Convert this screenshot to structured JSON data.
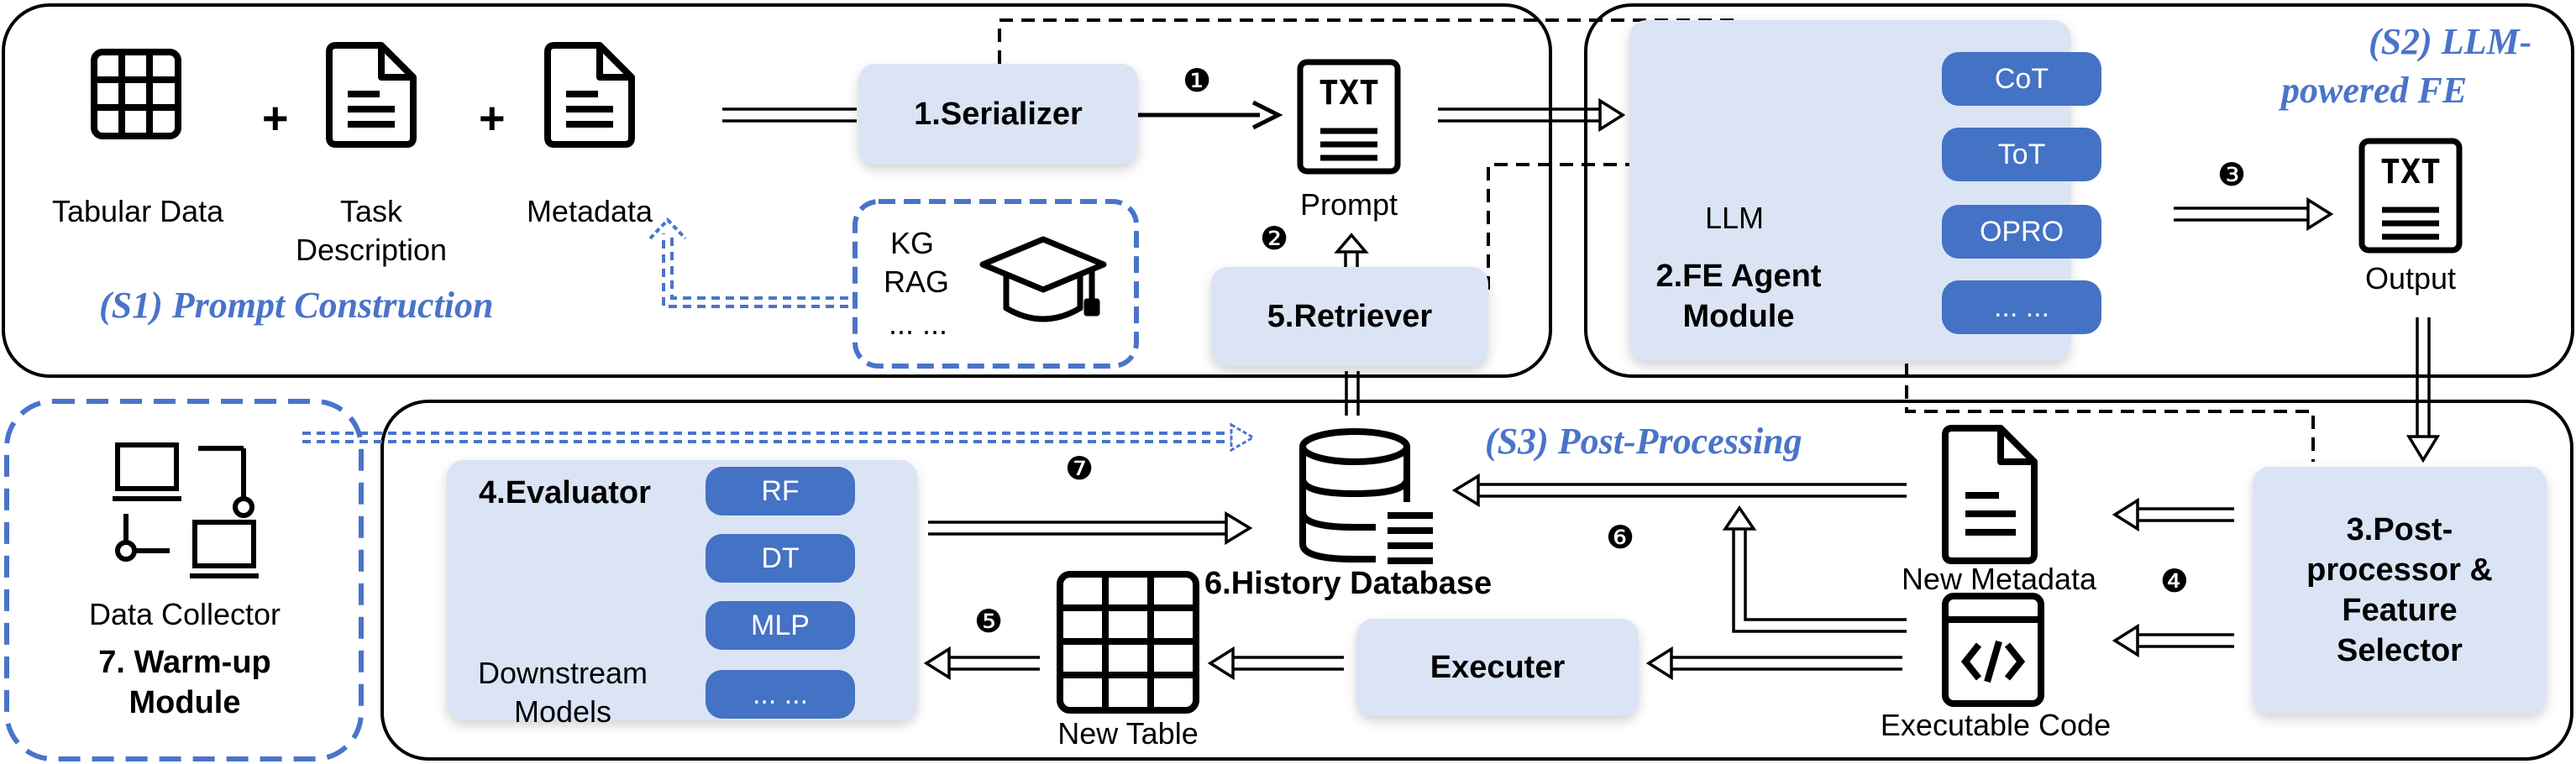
{
  "inputs": {
    "tabular": "Tabular Data",
    "task_l1": "Task",
    "task_l2": "Description",
    "metadata": "Metadata",
    "plus": "+"
  },
  "sections": {
    "s1": "(S1) Prompt Construction",
    "s2_l1": "(S2) LLM-",
    "s2_l2": "powered FE",
    "s3": "(S3) Post-Processing"
  },
  "modules": {
    "serializer": "1.Serializer",
    "fe_agent_l1": "2.FE Agent",
    "fe_agent_l2": "Module",
    "postproc_l1": "3.Post-",
    "postproc_l2": "processor &",
    "postproc_l3": "Feature",
    "postproc_l4": "Selector",
    "evaluator": "4.Evaluator",
    "retriever": "5.Retriever",
    "history": "6.History Database",
    "warmup_l1": "7. Warm-up",
    "warmup_l2": "Module",
    "executer": "Executer"
  },
  "knowledge": {
    "kg": "KG",
    "rag": "RAG",
    "etc": "... ..."
  },
  "docs": {
    "txt": "TXT",
    "prompt": "Prompt",
    "output": "Output",
    "new_metadata": "New Metadata",
    "executable_code": "Executable Code",
    "new_table": "New Table"
  },
  "llm": {
    "label": "LLM",
    "methods": [
      "CoT",
      "ToT",
      "OPRO",
      "... ..."
    ]
  },
  "evaluator_models": [
    "RF",
    "DT",
    "MLP",
    "... ..."
  ],
  "downstream_l1": "Downstream",
  "downstream_l2": "Models",
  "data_collector": "Data Collector",
  "steps": [
    "❶",
    "❷",
    "❸",
    "❹",
    "❺",
    "❻",
    "❼"
  ],
  "colors": {
    "module_fill": "#dbe4f5",
    "pill_fill": "#4472c4",
    "section_text": "#4a74c9",
    "dashed_blue": "#4a74c9",
    "stroke": "#000000"
  },
  "icons": [
    "table-icon",
    "document-icon",
    "txt-document-icon",
    "graduation-cap-icon",
    "openai-logo-icon",
    "database-icon",
    "code-file-icon",
    "network-icon",
    "computer-icon"
  ]
}
